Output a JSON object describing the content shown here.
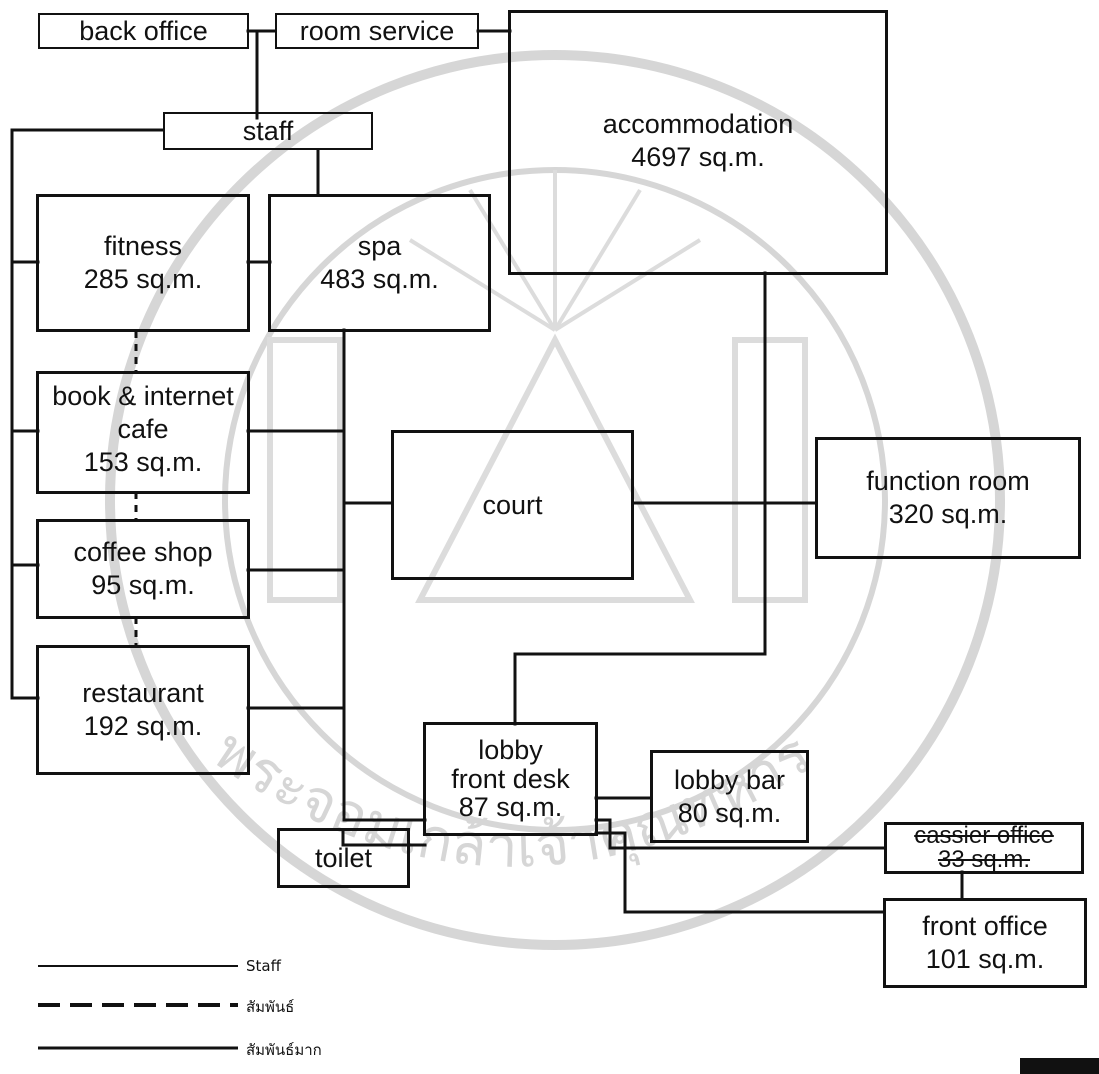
{
  "colors": {
    "ink": "#111111",
    "watermark": "#d6d6d6"
  },
  "watermark": {
    "arc_text": "พระจอมเกล้าเจ้าคุณทหาร"
  },
  "nodes": {
    "back_office": {
      "name": "back office"
    },
    "room_service": {
      "name": "room service"
    },
    "staff": {
      "name": "staff"
    },
    "accommodation": {
      "name": "accommodation",
      "area": "4697 sq.m."
    },
    "fitness": {
      "name": "fitness",
      "area": "285 sq.m."
    },
    "spa": {
      "name": "spa",
      "area": "483 sq.m."
    },
    "book_cafe": {
      "name_line1": "book & internet",
      "name_line2": "cafe",
      "area": "153 sq.m."
    },
    "court": {
      "name": "court"
    },
    "function_room": {
      "name": "function room",
      "area": "320 sq.m."
    },
    "coffee_shop": {
      "name": "coffee shop",
      "area": "95 sq.m."
    },
    "restaurant": {
      "name": "restaurant",
      "area": "192 sq.m."
    },
    "lobby": {
      "name_line1": "lobby",
      "name_line2": "front desk",
      "area": "87 sq.m."
    },
    "lobby_bar": {
      "name": "lobby bar",
      "area": "80 sq.m."
    },
    "toilet": {
      "name": "toilet"
    },
    "cashier_office": {
      "name": "cassier office",
      "area": "33 sq.m."
    },
    "front_office": {
      "name": "front office",
      "area": "101 sq.m."
    }
  },
  "legend": [
    {
      "style": "solid-thin",
      "label": "Staff"
    },
    {
      "style": "dashed",
      "label": "สัมพันธ์"
    },
    {
      "style": "solid-thick",
      "label": "สัมพันธ์มาก"
    }
  ]
}
